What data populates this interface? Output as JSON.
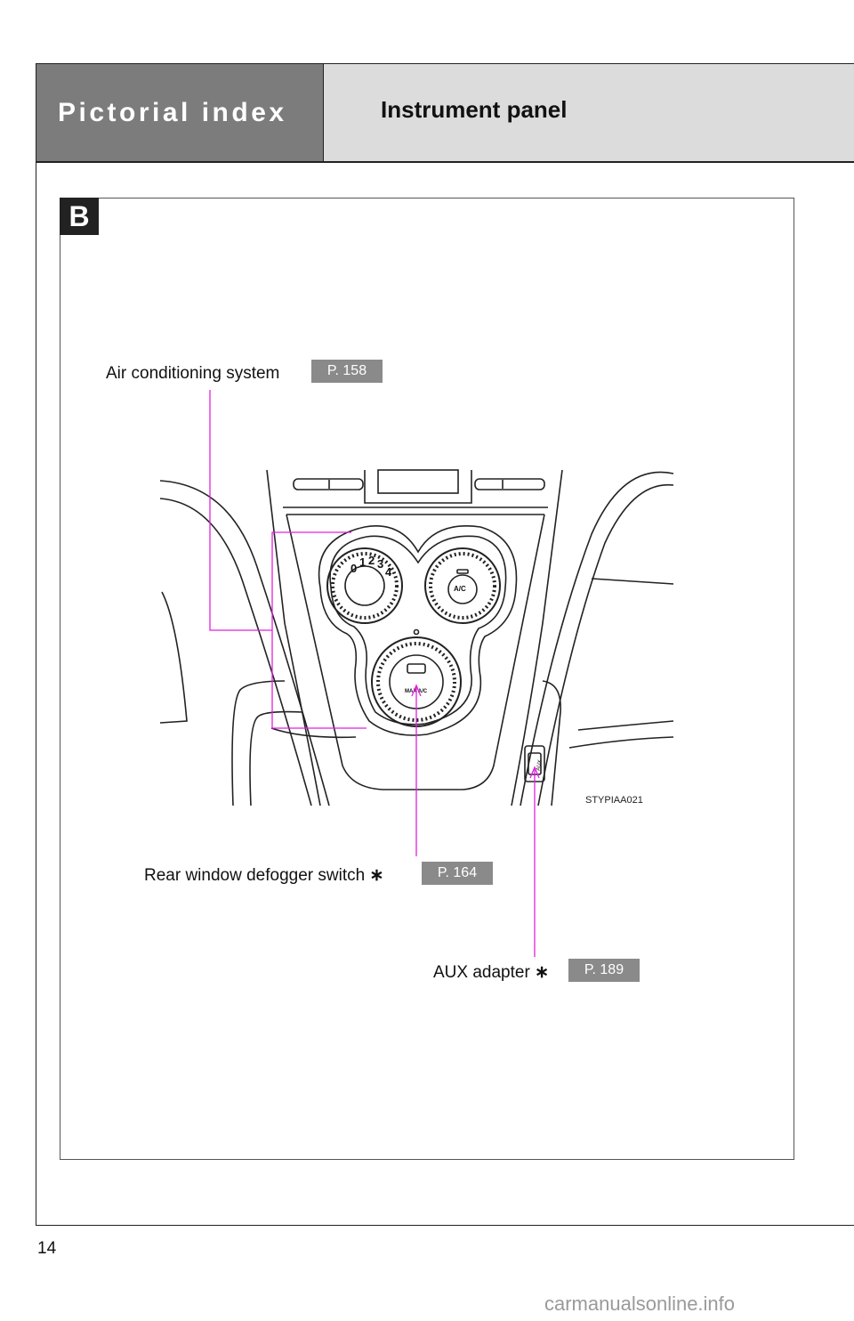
{
  "header": {
    "section_label": "Pictorial index",
    "title": "Instrument panel"
  },
  "badge": "B",
  "callouts": [
    {
      "label": "Air conditioning system",
      "asterisk": "",
      "page_ref": "P. 158"
    },
    {
      "label": "Rear window defogger switch",
      "asterisk": "∗",
      "page_ref": "P. 164"
    },
    {
      "label": "AUX adapter",
      "asterisk": "∗",
      "page_ref": "P. 189"
    }
  ],
  "illustration": {
    "fan_dial_marks": [
      "0",
      "1",
      "2",
      "3",
      "4"
    ],
    "ac_button": "A/C",
    "temp_dial_text": "MAX A/C",
    "aux_jack_label": "AUX",
    "code": "STYPIAA021"
  },
  "colors": {
    "leader_line": "#e020e0",
    "header_dark": "#7c7c7c",
    "header_light": "#dcdcdc",
    "page_ref_bg": "#8a8a8a"
  },
  "footer": {
    "page_number": "14",
    "watermark": "carmanualsonline.info"
  }
}
